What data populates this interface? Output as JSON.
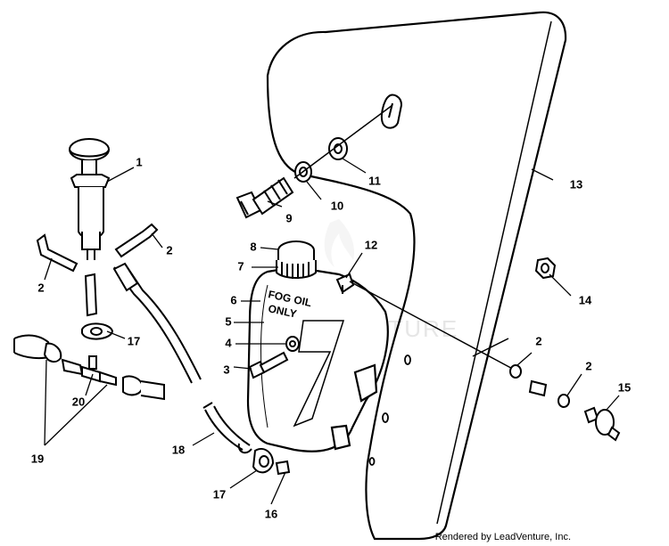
{
  "tank_label": {
    "line1": "FOG OIL",
    "line2": "ONLY"
  },
  "watermark": "LEADVENTURE",
  "credit": "Rendered by LeadVenture, Inc.",
  "callouts": {
    "c1": "1",
    "c2a": "2",
    "c2b": "2",
    "c2c": "2",
    "c2d": "2",
    "c3": "3",
    "c4": "4",
    "c5": "5",
    "c6": "6",
    "c7": "7",
    "c8": "8",
    "c9": "9",
    "c10": "10",
    "c11": "11",
    "c12": "12",
    "c13": "13",
    "c14": "14",
    "c15": "15",
    "c16": "16",
    "c17a": "17",
    "c17b": "17",
    "c18": "18",
    "c19": "19",
    "c20": "20"
  }
}
